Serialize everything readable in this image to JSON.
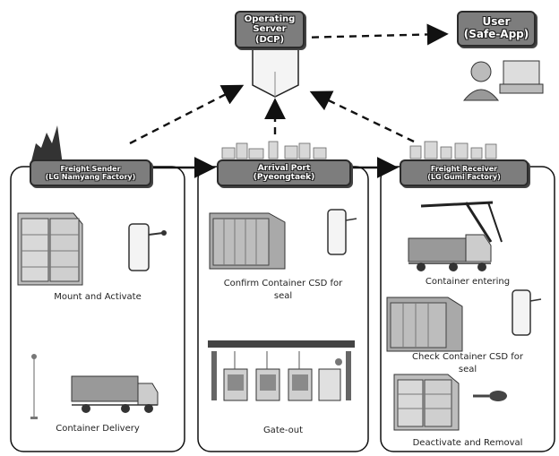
{
  "nodes": {
    "server": {
      "line1": "Operating",
      "line2": "Server",
      "line3": "(DCP)"
    },
    "user": {
      "line1": "User",
      "line2": "(Safe-App)"
    },
    "sender": {
      "line1": "Freight Sender",
      "line2": "(LG Namyang Factory)"
    },
    "port": {
      "line1": "Arrival Port",
      "line2": "(Pyeongtaek)"
    },
    "receiver": {
      "line1": "Freight Receiver",
      "line2": "(LG Gumi Factory)"
    }
  },
  "steps": {
    "mount": "Mount and Activate",
    "delivery": "Container Delivery",
    "confirm_line1": "Confirm Container CSD for",
    "confirm_line2": "seal",
    "gate": "Gate-out",
    "entering": "Container entering",
    "check_line1": "Check Container CSD for",
    "check_line2": "seal",
    "deactivate": "Deactivate and Removal"
  },
  "colors": {
    "badge": "#7d7d7d",
    "line": "#111111"
  }
}
